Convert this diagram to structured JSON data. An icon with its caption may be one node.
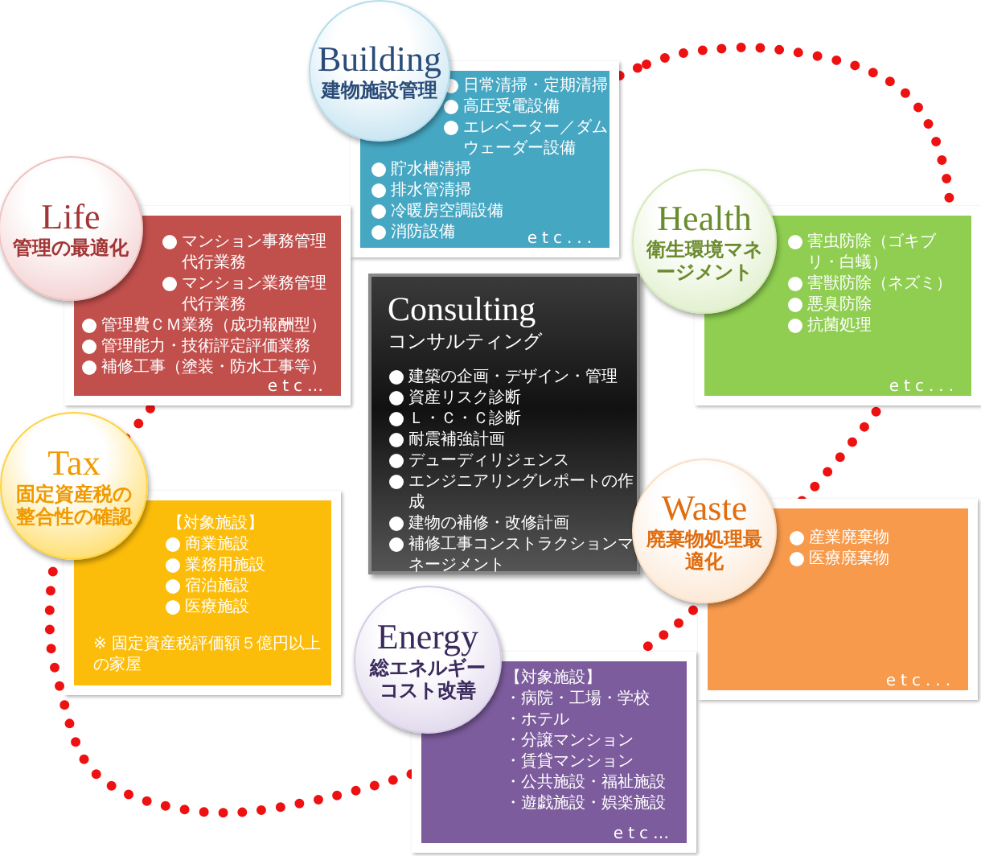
{
  "diagram": {
    "nodes": [
      {
        "text": [
          "Building",
          "建物施設管理"
        ]
      },
      {
        "text": [
          "日常清掃・定期清掃",
          "高圧受電設備",
          "エレベーター／ダムウェーダー設備",
          "貯水槽清掃",
          "排水管清掃",
          "冷暖房空調設備",
          "消防設備",
          "etc..."
        ]
      },
      {
        "text": [
          "Life",
          "管理の最適化"
        ]
      },
      {
        "text": [
          "マンション事務管理代行業務",
          "マンション業務管理代行業務",
          "管理費ＣＭ業務（成功報酬型）",
          "管理能力・技術評定評価業務",
          "補修工事（塗装・防水工事等）",
          "etc…"
        ]
      },
      {
        "text": [
          "Health",
          "衛生環境マネージメント"
        ]
      },
      {
        "text": [
          "害虫防除（ゴキブリ・白蟻）",
          "害獣防除（ネズミ）",
          "悪臭防除",
          "抗菌処理",
          "etc..."
        ]
      },
      {
        "text": [
          "Consulting",
          "コンサルティング",
          "建築の企画・デザイン・管理",
          "資産リスク診断",
          "Ｌ・Ｃ・Ｃ診断",
          "耐震補強計画",
          "デューディリジェンス",
          "エンジニアリングレポートの作成",
          "建物の補修・改修計画",
          "補修工事コンストラクションマネージメント"
        ]
      },
      {
        "text": [
          "Tax",
          "固定資産税の整合性の確認"
        ]
      },
      {
        "text": [
          "【対象施設】",
          "商業施設",
          "業務用施設",
          "宿泊施設",
          "医療施設",
          "※ 固定資産税評価額５億円以上の家屋"
        ]
      },
      {
        "text": [
          "Waste",
          "廃棄物処理最適化"
        ]
      },
      {
        "text": [
          "産業廃棄物",
          "医療廃棄物",
          "etc..."
        ]
      },
      {
        "text": [
          "Energy",
          "総エネルギーコスト改善"
        ]
      },
      {
        "text": [
          "【対象施設】",
          "・病院・工場・学校",
          "・ホテル",
          "・分譲マンション",
          "・賃貸マンション",
          "・公共施設・福祉施設",
          "・遊戯施設・娯楽施設",
          "etc…"
        ]
      }
    ]
  }
}
